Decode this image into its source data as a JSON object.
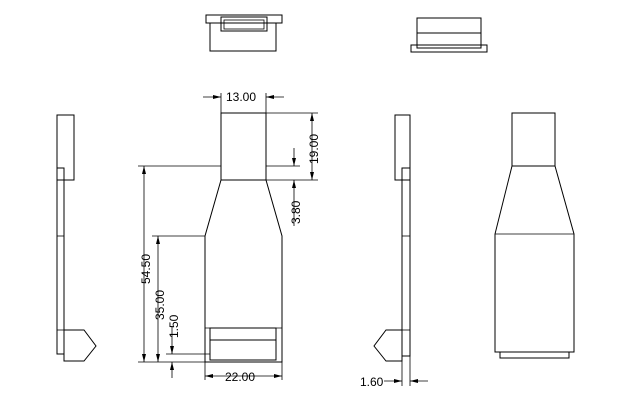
{
  "dimensions": {
    "width_top": "13.00",
    "height_cap": "19.00",
    "offset_small": "3.80",
    "total_height": "54.50",
    "inner_height": "35.00",
    "bottom_gap": "1.50",
    "width_bottom": "22.00",
    "thickness": "1.60"
  }
}
